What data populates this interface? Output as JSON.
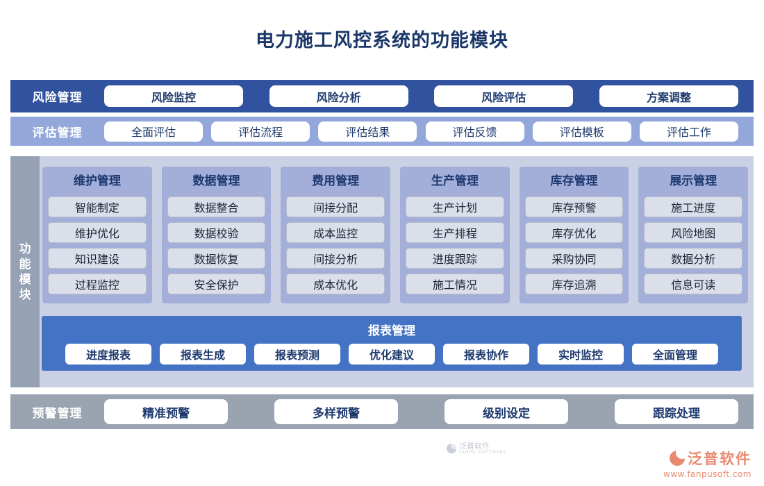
{
  "title": "电力施工风控系统的功能模块",
  "bands": {
    "risk": {
      "label": "风险管理",
      "buttons": [
        "风险监控",
        "风险分析",
        "风险评估",
        "方案调整"
      ]
    },
    "eval": {
      "label": "评估管理",
      "buttons": [
        "全面评估",
        "评估流程",
        "评估结果",
        "评估反馈",
        "评估模板",
        "评估工作"
      ]
    },
    "warn": {
      "label": "预警管理",
      "buttons": [
        "精准预警",
        "多样预警",
        "级别设定",
        "跟踪处理"
      ]
    }
  },
  "function_block": {
    "side_label_chars": [
      "功",
      "能",
      "模",
      "块"
    ],
    "columns": [
      {
        "header": "维护管理",
        "items": [
          "智能制定",
          "维护优化",
          "知识建设",
          "过程监控"
        ]
      },
      {
        "header": "数据管理",
        "items": [
          "数据整合",
          "数据校验",
          "数据恢复",
          "安全保护"
        ]
      },
      {
        "header": "费用管理",
        "items": [
          "间接分配",
          "成本监控",
          "间接分析",
          "成本优化"
        ]
      },
      {
        "header": "生产管理",
        "items": [
          "生产计划",
          "生产排程",
          "进度跟踪",
          "施工情况"
        ]
      },
      {
        "header": "库存管理",
        "items": [
          "库存预警",
          "库存优化",
          "采购协同",
          "库存追溯"
        ]
      },
      {
        "header": "展示管理",
        "items": [
          "施工进度",
          "风险地图",
          "数据分析",
          "信息可读"
        ]
      }
    ],
    "report": {
      "label": "报表管理",
      "buttons": [
        "进度报表",
        "报表生成",
        "报表预测",
        "优化建议",
        "报表协作",
        "实时监控",
        "全面管理"
      ]
    }
  },
  "watermark_inner": {
    "brand": "泛普软件",
    "sub": "FANPU SOFTWARE"
  },
  "brand": {
    "name": "泛普软件",
    "url": "www.fanpusoft.com"
  },
  "colors": {
    "title_text": "#1b3768",
    "risk_band": "#30529f",
    "eval_band": "#93a7db",
    "warn_band": "#9aa3b0",
    "panel_bg": "#cbd1e5",
    "side_strip": "#97a1b4",
    "column_bg": "#a3afd9",
    "chip_bg": "#dbdfea",
    "report_bar": "#4473c5",
    "button_text": "#1e3a6e",
    "brand_accent": "#e78a70"
  }
}
